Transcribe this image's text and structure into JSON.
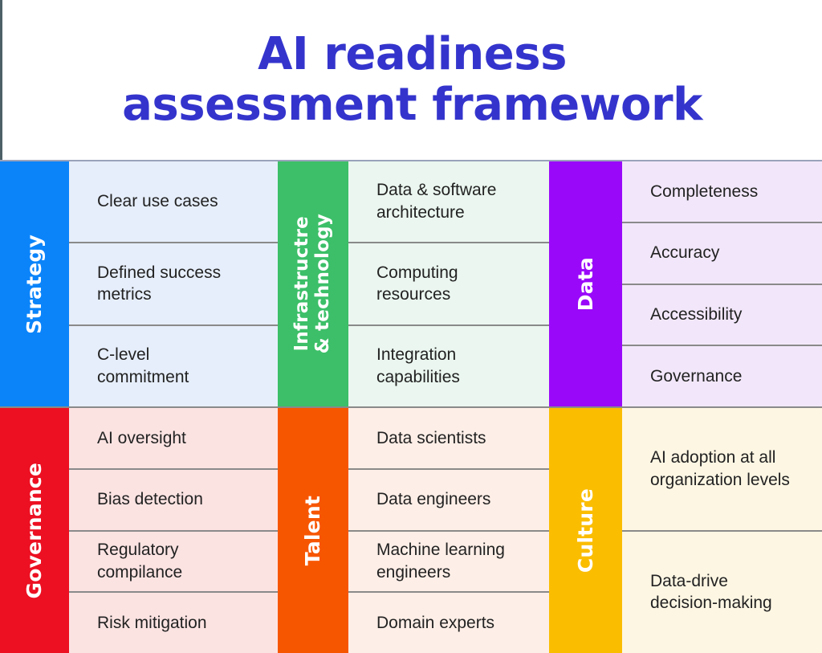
{
  "header": {
    "title": "AI readiness\nassessment framework"
  },
  "theme": {
    "title_color": "#3434cd",
    "page_background": "#ffffff",
    "divider_color": "#8a8a8a"
  },
  "matrix": {
    "rows": [
      {
        "name": "top-row",
        "pillars": [
          {
            "id": "strategy",
            "label": "Strategy",
            "label_color": "#0b84fa",
            "cell_color": "#e6eefb",
            "items": [
              "Clear use cases",
              "Defined success\nmetrics",
              "C-level\ncommitment"
            ]
          },
          {
            "id": "infrastructure-technology",
            "label": "Infrastructre\n& technology",
            "label_color": "#3cbf68",
            "cell_color": "#eaf6ef",
            "items": [
              "Data & software\narchitecture",
              "Computing\nresources",
              "Integration\ncapabilities"
            ]
          },
          {
            "id": "data",
            "label": "Data",
            "label_color": "#9a08fa",
            "cell_color": "#f2e7fa",
            "items": [
              "Completeness",
              "Accuracy",
              "Accessibility",
              "Governance"
            ]
          }
        ]
      },
      {
        "name": "bottom-row",
        "pillars": [
          {
            "id": "governance",
            "label": "Governance",
            "label_color": "#ec1022",
            "cell_color": "#fbe3e2",
            "items": [
              "AI oversight",
              "Bias detection",
              "Regulatory\ncompilance",
              "Risk mitigation"
            ]
          },
          {
            "id": "talent",
            "label": "Talent",
            "label_color": "#f75600",
            "cell_color": "#fdeee7",
            "items": [
              "Data scientists",
              "Data engineers",
              "Machine learning\nengineers",
              "Domain experts"
            ]
          },
          {
            "id": "culture",
            "label": "Culture",
            "label_color": "#fbbd00",
            "cell_color": "#fdf6e3",
            "items": [
              "AI adoption at all\norganization levels",
              "Data-drive\ndecision-making"
            ]
          }
        ]
      }
    ]
  }
}
